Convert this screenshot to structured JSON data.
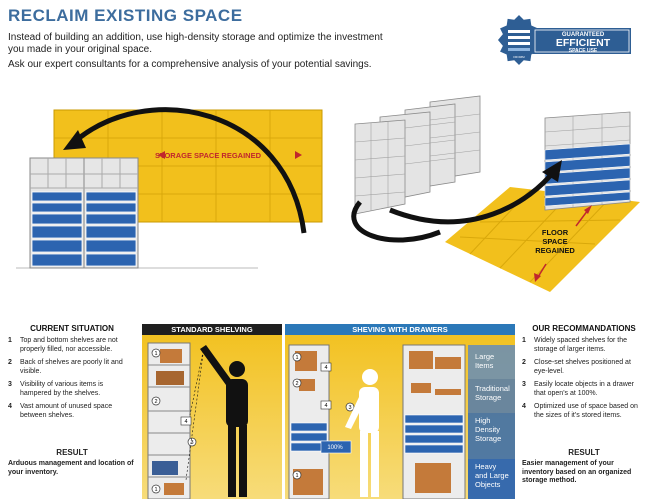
{
  "header": {
    "title": "RECLAIM EXISTING SPACE",
    "intro_line1": "Instead of building an addition, use high-density storage and optimize the investment",
    "intro_line2": "you made in your original space.",
    "intro_line3": "Ask our expert consultants for a comprehensive analysis of your potential savings."
  },
  "badge": {
    "top": "GUARANTEED",
    "main": "EFFICIENT",
    "bottom": "SPACE USE",
    "logo_text": "FROMM"
  },
  "illustration": {
    "storage_label": "STORAGE SPACE REGAINED",
    "floor_label_1": "FLOOR",
    "floor_label_2": "SPACE",
    "floor_label_3": "REGAINED"
  },
  "current": {
    "heading": "CURRENT SITUATION",
    "items": [
      {
        "num": "1",
        "text": "Top and bottom shelves are not properly filled, nor accessible."
      },
      {
        "num": "2",
        "text": "Back of shelves are poorly lit and visible."
      },
      {
        "num": "3",
        "text": "Visibility of various items is hampered by the shelves."
      },
      {
        "num": "4",
        "text": "Vast amount of unused space between shelves."
      }
    ],
    "result_heading": "RESULT",
    "result_text": "Arduous management and location of your inventory."
  },
  "standard": {
    "heading": "STANDARD SHELVING",
    "markers": [
      "1",
      "2",
      "3",
      "4"
    ]
  },
  "drawers": {
    "heading": "SHEVING WITH DRAWERS",
    "percent": "100%",
    "markers": [
      "1",
      "2",
      "3",
      "4"
    ],
    "categories": [
      {
        "l1": "Large",
        "l2": "Items",
        "l3": ""
      },
      {
        "l1": "Traditional",
        "l2": "Storage",
        "l3": ""
      },
      {
        "l1": "High",
        "l2": "Density",
        "l3": "Storage"
      },
      {
        "l1": "Heavy",
        "l2": "and Large",
        "l3": "Objects"
      }
    ]
  },
  "recommend": {
    "heading": "OUR RECOMMANDATIONS",
    "items": [
      {
        "num": "1",
        "text": "Widely spaced shelves for the storage of larger items."
      },
      {
        "num": "2",
        "text": "Close-set shelves positioned at eye-level."
      },
      {
        "num": "3",
        "text": "Easily locate objects in a drawer that open's at 100%."
      },
      {
        "num": "4",
        "text": "Optimized use of space based on the sizes of it's stored items."
      }
    ],
    "result_heading": "RESULT",
    "result_text": "Easier management of your inventory based on an organized storage method."
  },
  "colors": {
    "accent_blue": "#3d6d9e",
    "badge_blue": "#2e5e94",
    "yellow": "#f2c01c",
    "drawer_blue": "#2c64b0",
    "panel_dark": "#1f1f1f",
    "panel_blue": "#2b78b8"
  }
}
